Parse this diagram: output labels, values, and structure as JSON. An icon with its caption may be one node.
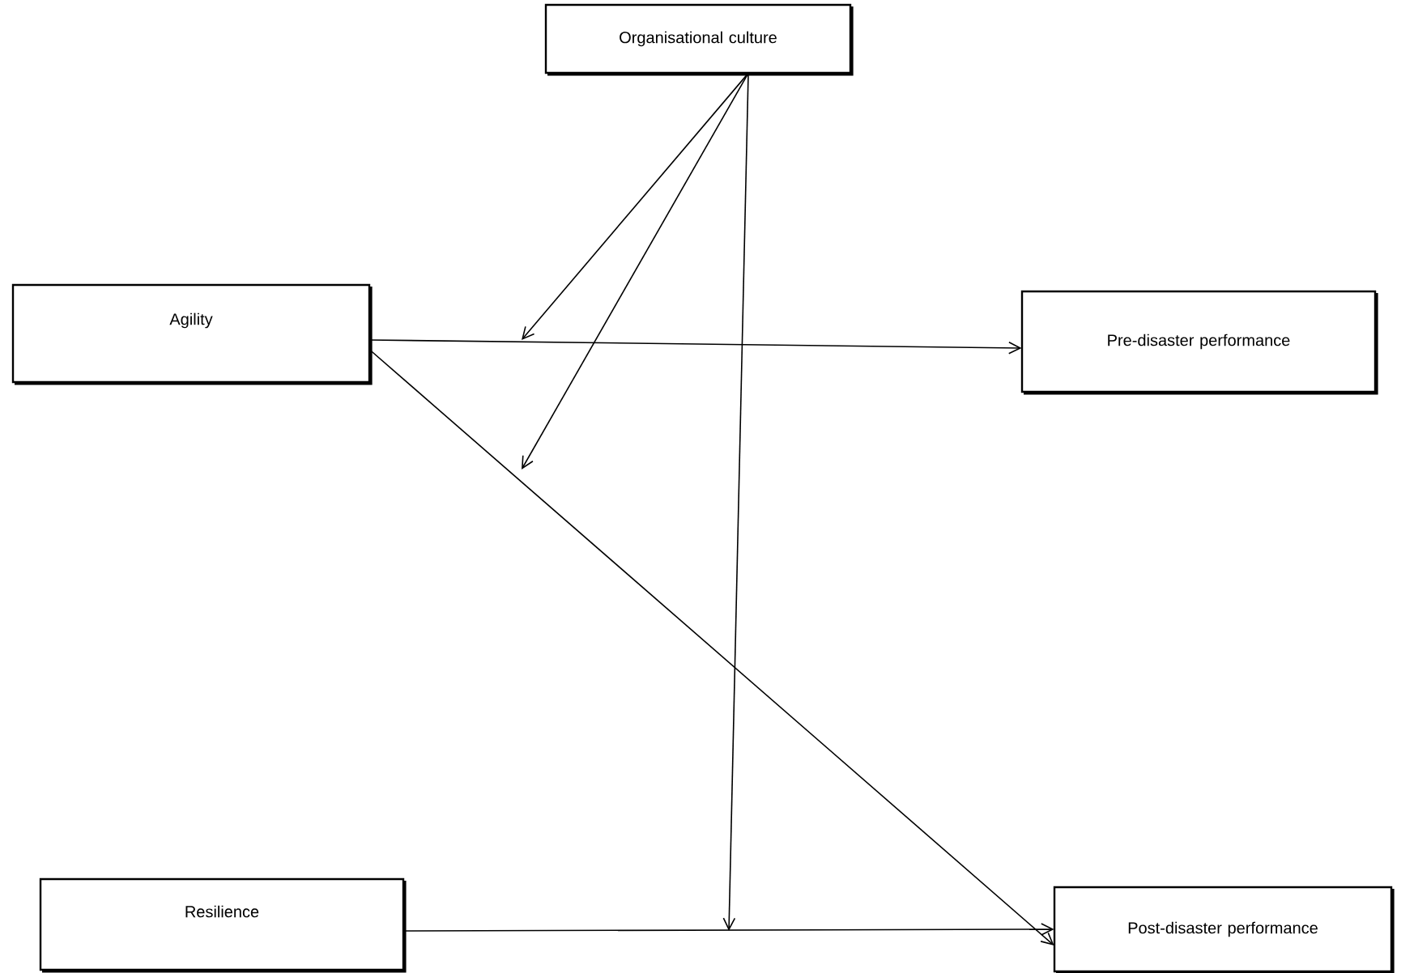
{
  "diagram": {
    "nodes": [
      {
        "text": [
          "Organisational culture"
        ]
      },
      {
        "text": [
          "Agility"
        ]
      },
      {
        "text": [
          "Pre-disaster performance"
        ]
      },
      {
        "text": [
          "Resilience"
        ]
      },
      {
        "text": [
          "Post-disaster performance"
        ]
      }
    ],
    "edges": [
      {
        "from": 1,
        "to": 2,
        "arrow": "to"
      },
      {
        "from": 1,
        "to": 4,
        "arrow": "to"
      },
      {
        "from": 3,
        "to": 4,
        "arrow": "to"
      },
      {
        "from": 0,
        "to": null,
        "arrow": "to"
      },
      {
        "from": 0,
        "to": null,
        "arrow": "to"
      },
      {
        "from": 0,
        "to": null,
        "arrow": "to"
      }
    ]
  }
}
